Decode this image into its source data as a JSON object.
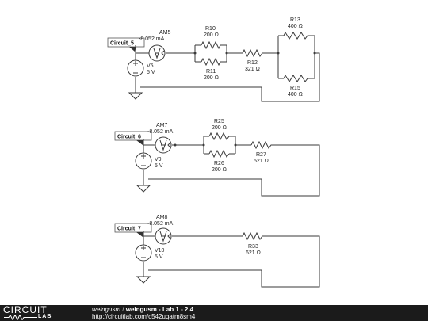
{
  "circuits": [
    {
      "tag": "Circuit_5",
      "ammeter": {
        "name": "AM5",
        "reading": "-8.052 mA"
      },
      "source": {
        "name": "V5",
        "value": "5 V"
      },
      "resistors": [
        {
          "name": "R10",
          "value": "200 Ω"
        },
        {
          "name": "R11",
          "value": "200 Ω"
        },
        {
          "name": "R12",
          "value": "321 Ω"
        },
        {
          "name": "R13",
          "value": "400 Ω"
        },
        {
          "name": "R15",
          "value": "400 Ω"
        }
      ]
    },
    {
      "tag": "Circuit_6",
      "ammeter": {
        "name": "AM7",
        "reading": "-8.052 mA"
      },
      "source": {
        "name": "V9",
        "value": "5 V"
      },
      "resistors": [
        {
          "name": "R25",
          "value": "200 Ω"
        },
        {
          "name": "R26",
          "value": "200 Ω"
        },
        {
          "name": "R27",
          "value": "521 Ω"
        }
      ]
    },
    {
      "tag": "Circuit_7",
      "ammeter": {
        "name": "AM8",
        "reading": "-8.052 mA"
      },
      "source": {
        "name": "V10",
        "value": "5 V"
      },
      "resistors": [
        {
          "name": "R33",
          "value": "621 Ω"
        }
      ]
    }
  ],
  "footer": {
    "logo_top": "CIRCUIT",
    "logo_bottom": "LAB",
    "author": "weingusm",
    "separator": "/",
    "title": "weingusm - Lab 1 - 2.4",
    "url": "http://circuitlab.com/c542uqatm8sm4"
  }
}
